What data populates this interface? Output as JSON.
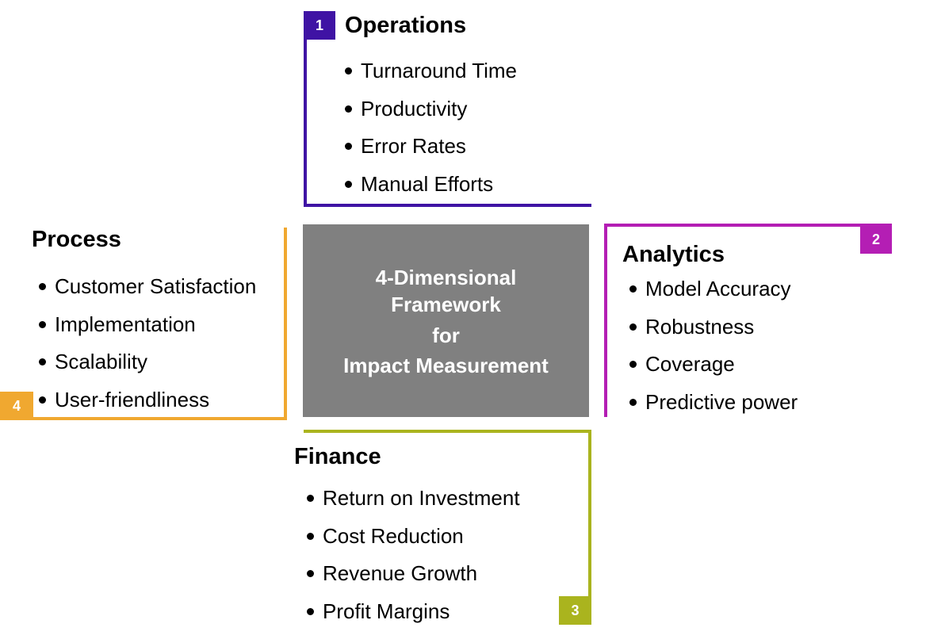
{
  "center": {
    "lines": [
      "4-Dimensional",
      "Framework",
      "for",
      "Impact Measurement"
    ]
  },
  "quadrants": {
    "operations": {
      "number": "1",
      "title": "Operations",
      "color": "#3F13A4",
      "items": [
        "Turnaround Time",
        "Productivity",
        "Error Rates",
        "Manual Efforts"
      ]
    },
    "analytics": {
      "number": "2",
      "title": "Analytics",
      "color": "#B41EB4",
      "items": [
        "Model Accuracy",
        "Robustness",
        "Coverage",
        "Predictive power"
      ]
    },
    "finance": {
      "number": "3",
      "title": "Finance",
      "color": "#AAB41E",
      "items": [
        "Return on Investment",
        "Cost Reduction",
        "Revenue Growth",
        "Profit Margins"
      ]
    },
    "process": {
      "number": "4",
      "title": "Process",
      "color": "#F0A830",
      "items": [
        "Customer Satisfaction",
        "Implementation",
        "Scalability",
        "User-friendliness"
      ]
    }
  }
}
